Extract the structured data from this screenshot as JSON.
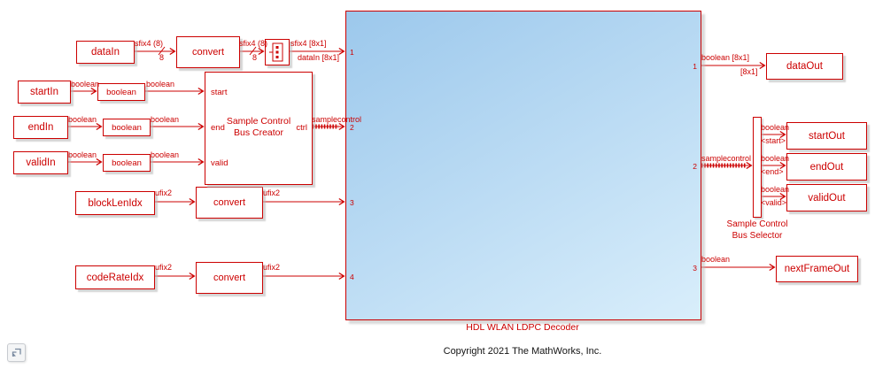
{
  "colors": {
    "accent": "#cc0000",
    "decoder_top": "#9cc8ec",
    "decoder_bottom": "#d9eefb",
    "canvas_bg": "#ffffff"
  },
  "annotation": {
    "copyright": "Copyright 2021 The MathWorks, Inc."
  },
  "decoder": {
    "name": "HDL WLAN LDPC Decoder",
    "in_port_numbers": [
      "1",
      "2",
      "3",
      "4"
    ],
    "out_port_numbers": [
      "1",
      "2",
      "3"
    ]
  },
  "inports": {
    "dataIn": "dataIn",
    "startIn": "startIn",
    "endIn": "endIn",
    "validIn": "validIn",
    "blockLenIdx": "blockLenIdx",
    "codeRateIdx": "codeRateIdx"
  },
  "outports": {
    "dataOut": "dataOut",
    "startOut": "startOut",
    "endOut": "endOut",
    "validOut": "validOut",
    "nextFrameOut": "nextFrameOut"
  },
  "blocks": {
    "convert_label": "convert",
    "boolean_label": "boolean",
    "bus_creator": {
      "line1": "Sample Control",
      "line2": "Bus Creator",
      "ports": {
        "start": "start",
        "end": "end",
        "valid": "valid",
        "ctrl": "ctrl"
      }
    },
    "bus_selector": {
      "line1": "Sample Control",
      "line2": "Bus Selector"
    }
  },
  "signals": {
    "sfix4_vec8": "sfix4 (8)",
    "width_8": "8",
    "sfix4_8x1": "sfix4 [8x1]",
    "datain_8x1": "dataIn [8x1]",
    "boolean": "boolean",
    "samplecontrol": "samplecontrol",
    "ufix2": "ufix2",
    "boolean_8x1": "boolean [8x1]",
    "dims_8x1": "[8x1]",
    "sel_start": "<start>",
    "sel_end": "<end>",
    "sel_valid": "<valid>"
  }
}
